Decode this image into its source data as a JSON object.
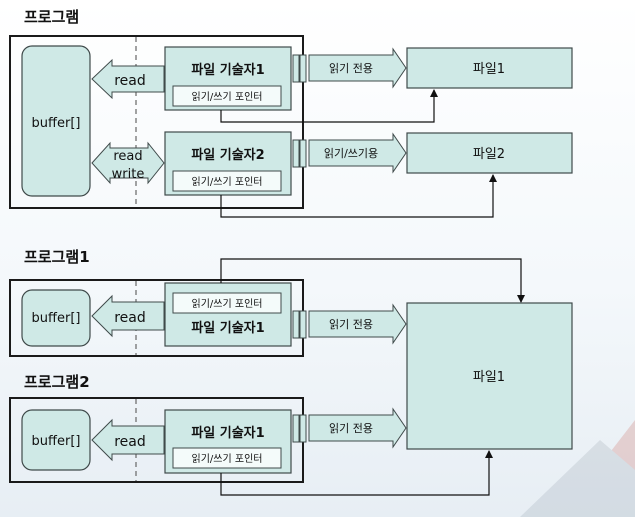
{
  "section1": {
    "title": "프로그램",
    "buffer": "buffer[]",
    "read": "read",
    "read_write": [
      "read",
      "write"
    ],
    "fd1": {
      "label": "파일 기술자1",
      "pointer": "읽기/쓰기 포인터"
    },
    "fd2": {
      "label": "파일 기술자2",
      "pointer": "읽기/쓰기 포인터"
    },
    "mode1": "읽기 전용",
    "mode2": "읽기/쓰기용",
    "file1": "파일1",
    "file2": "파일2"
  },
  "section2": {
    "program1": {
      "title": "프로그램1",
      "buffer": "buffer[]",
      "read": "read",
      "pointer": "읽기/쓰기 포인터",
      "fd": "파일 기술자1",
      "mode": "읽기 전용"
    },
    "program2": {
      "title": "프로그램2",
      "buffer": "buffer[]",
      "read": "read",
      "fd": "파일 기술자1",
      "pointer": "읽기/쓰기 포인터",
      "mode": "읽기 전용"
    },
    "file": "파일1"
  },
  "colors": {
    "box_fill": "#cfe9e6",
    "box_stroke": "#3f4a4a",
    "frame": "#1a1a1a",
    "pointer_fill": "#f4fbfa"
  }
}
